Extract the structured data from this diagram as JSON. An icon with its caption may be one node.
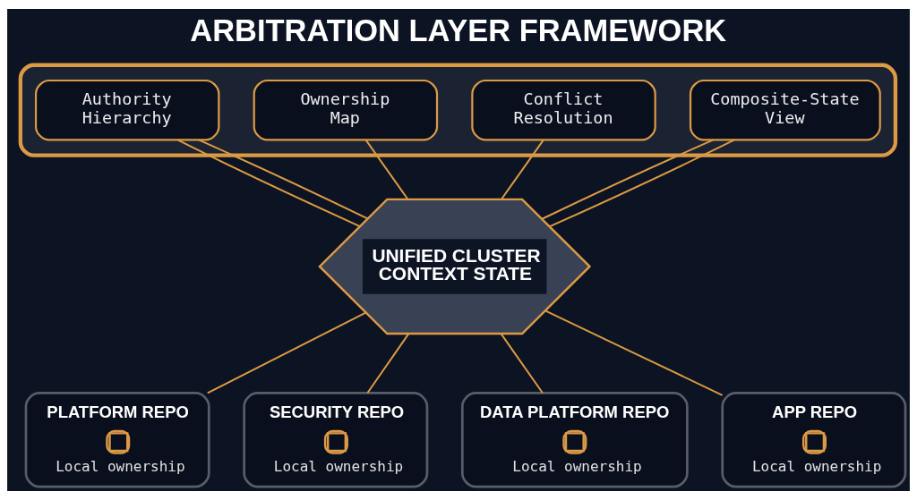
{
  "diagram": {
    "title": "ARBITRATION LAYER FRAMEWORK",
    "nodes": [
      {
        "text": [],
        "shape": "box"
      },
      {
        "text": [
          "Authority Hierarchy"
        ],
        "in": 0
      },
      {
        "text": [
          "Ownership Map"
        ],
        "in": 0
      },
      {
        "text": [
          "Conflict Resolution"
        ],
        "in": 0
      },
      {
        "text": [
          "Composite-State View"
        ],
        "in": 0
      },
      {
        "text": [
          "UNIFIED CLUSTER CONTEXT STATE"
        ]
      },
      {
        "text": [
          "PLATFORM REPO",
          "Local ownership"
        ]
      },
      {
        "text": [
          "SECURITY REPO",
          "Local ownership"
        ]
      },
      {
        "text": [
          "DATA PLATFORM REPO",
          "Local ownership"
        ]
      },
      {
        "text": [
          "APP REPO",
          "Local ownership"
        ]
      }
    ],
    "edges": [
      {
        "from": 1,
        "to": 5,
        "arrow": "none"
      },
      {
        "from": 1,
        "to": 5,
        "arrow": "none"
      },
      {
        "from": 2,
        "to": 5,
        "arrow": "none"
      },
      {
        "from": 3,
        "to": 5,
        "arrow": "none"
      },
      {
        "from": 4,
        "to": 5,
        "arrow": "none"
      },
      {
        "from": 4,
        "to": 5,
        "arrow": "none"
      },
      {
        "from": 5,
        "to": 6,
        "arrow": "none"
      },
      {
        "from": 5,
        "to": 7,
        "arrow": "none"
      },
      {
        "from": 5,
        "to": 8,
        "arrow": "none"
      },
      {
        "from": 5,
        "to": 9,
        "arrow": "none"
      }
    ]
  }
}
